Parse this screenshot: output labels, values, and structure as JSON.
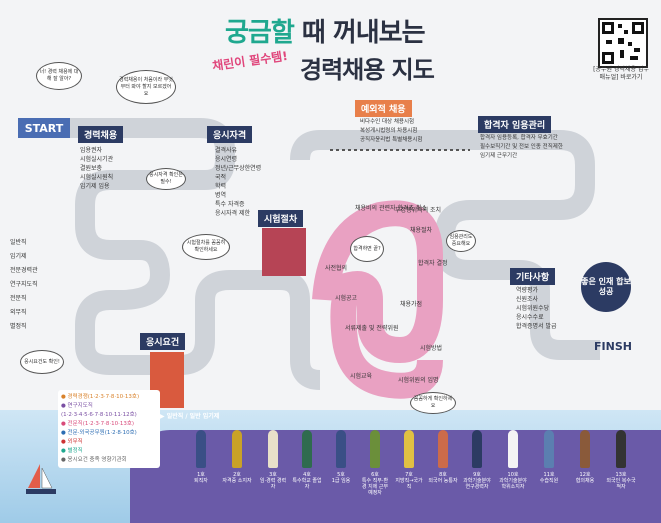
{
  "title": {
    "part1": "궁금할",
    "part2": "때",
    "part3": "꺼내보는",
    "subtitle": "채린이 필수템!",
    "main": "경력채용 지도"
  },
  "qr_caption": "[공무원 경력채용 업무 매뉴얼] 바로가기",
  "start": "START",
  "finish": "FINSH",
  "sections": {
    "recruit": {
      "label": "경력채용",
      "items": [
        "임용권자",
        "시험실시기관",
        "결원보충",
        "시험실시원칙",
        "임기제 임용"
      ]
    },
    "qualify": {
      "label": "응시자격",
      "items": [
        "결격사유",
        "응시연령",
        "정년/근무상한연령",
        "국적",
        "학력",
        "병역",
        "특수 자격증",
        "응시자격 제한"
      ]
    },
    "exam": {
      "label": "시험절차"
    },
    "requirements": {
      "label": "응시요건"
    },
    "exception": {
      "label": "예외적 채용",
      "items": [
        "비다수인 대상 채용시험",
        "복성게시법령의 차용시험",
        "공직자윤리법 특별채용시험"
      ]
    },
    "pass": {
      "label": "합격자 임용관리",
      "items": [
        "합격자 임용등록, 합격자 무효기간",
        "필수보직기간 및 전보 인종 전직제한",
        "임기제 근무기간"
      ]
    },
    "other": {
      "label": "기타사항",
      "items": [
        "역량평가",
        "신원조사",
        "시험위원수당",
        "응시수수료",
        "합격증명서 발급"
      ]
    }
  },
  "road_steps": [
    "채용비의 관련자 합격초 취소",
    "부정행위자의 조치",
    "채용절차",
    "합격자 결정",
    "사전협의",
    "시험공고",
    "채용가점",
    "서류제출 및 전략위원",
    "시험방법",
    "시험교육",
    "시험위원의 임명"
  ],
  "side_jobs": [
    "일반직",
    "임기제",
    "전문경력관",
    "연구지도직",
    "전문직",
    "외무직",
    "별정직"
  ],
  "legend": {
    "items": [
      "● 경력경쟁(1·2·3·7·8·10·13호)",
      "● 연구지도직(1·2·3·4·5·6·7·8·10·11·12호)",
      "● 전문직(1·2·3·7·8·10·13호)",
      "● 전문·외국공무원(1·2·8·10호)",
      "● 외무직",
      "● 별정직",
      "● 응시요건 충족 영향기관회"
    ],
    "note": "▶ 일반직 / 일반 임기제"
  },
  "slogan": "좋은 인재 합보 성공",
  "stages": [
    {
      "no": "1호",
      "name": "퇴직자"
    },
    {
      "no": "2호",
      "name": "자격증 소지자"
    },
    {
      "no": "3호",
      "name": "임·경력 경력자"
    },
    {
      "no": "4호",
      "name": "특수학교 졸업자"
    },
    {
      "no": "5호",
      "name": "1급 임용"
    },
    {
      "no": "6호",
      "name": "특수 직무·환경 지에 근무 예정자"
    },
    {
      "no": "7호",
      "name": "지방직→국가직"
    },
    {
      "no": "8호",
      "name": "외국어 능통자"
    },
    {
      "no": "9호",
      "name": "과학기술분야 연구경력자"
    },
    {
      "no": "10호",
      "name": "과학기술분야 학위소지자"
    },
    {
      "no": "11호",
      "name": "수습직원"
    },
    {
      "no": "12호",
      "name": "협의채용"
    },
    {
      "no": "13호",
      "name": "외국인 복수국적자"
    }
  ],
  "bubbles": {
    "b1": "너! 경력 채용에 대해 잘 알아?",
    "b2": "경력채용이 처음이라 무엇부터 봐야 할지 모르겠어요",
    "b3": "응시자격 확인은 필수!",
    "b4": "시험절차를 꼼꼼히 확인하세요",
    "b5": "합격하면 끝?",
    "b6": "임용관리도 중요해요",
    "b7": "응시요건도 확인!",
    "b8": "꼼꼼하게 확인하세요"
  },
  "colors": {
    "teal": "#1fa88f",
    "navy": "#2c3b63",
    "pink": "#e9a1c2",
    "purple": "#6a5aa8"
  }
}
